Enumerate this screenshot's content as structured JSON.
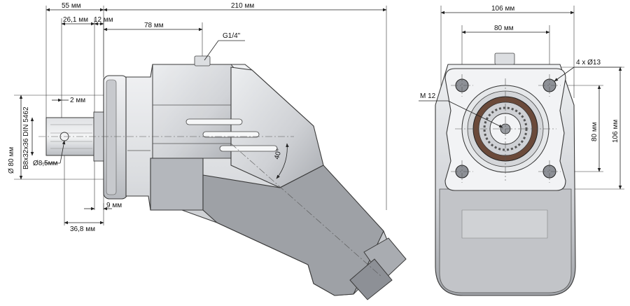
{
  "side_view": {
    "dims": {
      "d55": "55 мм",
      "d210": "210 мм",
      "d26_1": "26,1 мм",
      "d12": "12 мм",
      "d78": "78 мм",
      "g14": "G1/4\"",
      "d2": "2 мм",
      "dia80": "Ø 80 мм",
      "spline": "B8x32x36 DIN 5462",
      "dia8_5": "Ø8,5мм",
      "d9": "9 мм",
      "d36_8": "36,8 мм",
      "angle40": "40°"
    }
  },
  "front_view": {
    "dims": {
      "top106": "106 мм",
      "top80": "80 мм",
      "holes": "4 x Ø13",
      "m12": "M 12",
      "right80": "80 мм",
      "right106": "106 мм"
    }
  },
  "colors": {
    "body_light": "#e6e7ea",
    "body_mid": "#c9cbcf",
    "body_dark": "#8d9096",
    "seal": "#6b4a3a"
  }
}
